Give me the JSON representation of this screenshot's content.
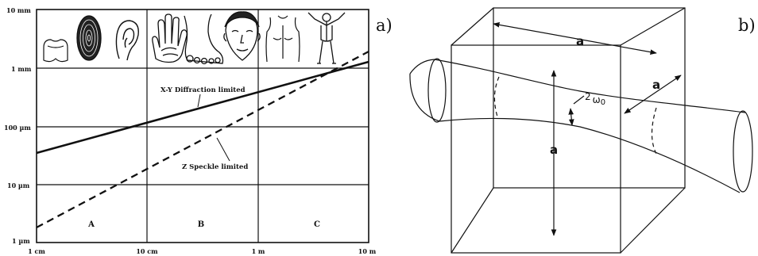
{
  "panel_a": {
    "label": "a)",
    "y_ticks": [
      "10 mm",
      "1 mm",
      "100 µm",
      "10 µm",
      "1 µm"
    ],
    "x_ticks": [
      "1 cm",
      "10 cm",
      "1 m",
      "10 m"
    ],
    "lines": [
      {
        "label": "X-Y  Diffraction limited",
        "style": "solid",
        "from": [
          "1 cm",
          "30 µm"
        ],
        "to": [
          "10 m",
          "1.2 mm"
        ]
      },
      {
        "label": "Z  Speckle limited",
        "style": "dashed",
        "from": [
          "1 cm",
          "1.7 µm"
        ],
        "to": [
          "10 m",
          "1.9 mm"
        ]
      }
    ],
    "zones": [
      "A",
      "B",
      "C"
    ],
    "icons": [
      "tooth",
      "fingerprint",
      "ear",
      "hand",
      "foot",
      "face",
      "torso",
      "body"
    ]
  },
  "panel_b": {
    "label": "b)",
    "edge_labels": [
      "a",
      "a",
      "a"
    ],
    "waist_label": "2",
    "waist_symbol": "ω",
    "waist_subscript": "0"
  }
}
